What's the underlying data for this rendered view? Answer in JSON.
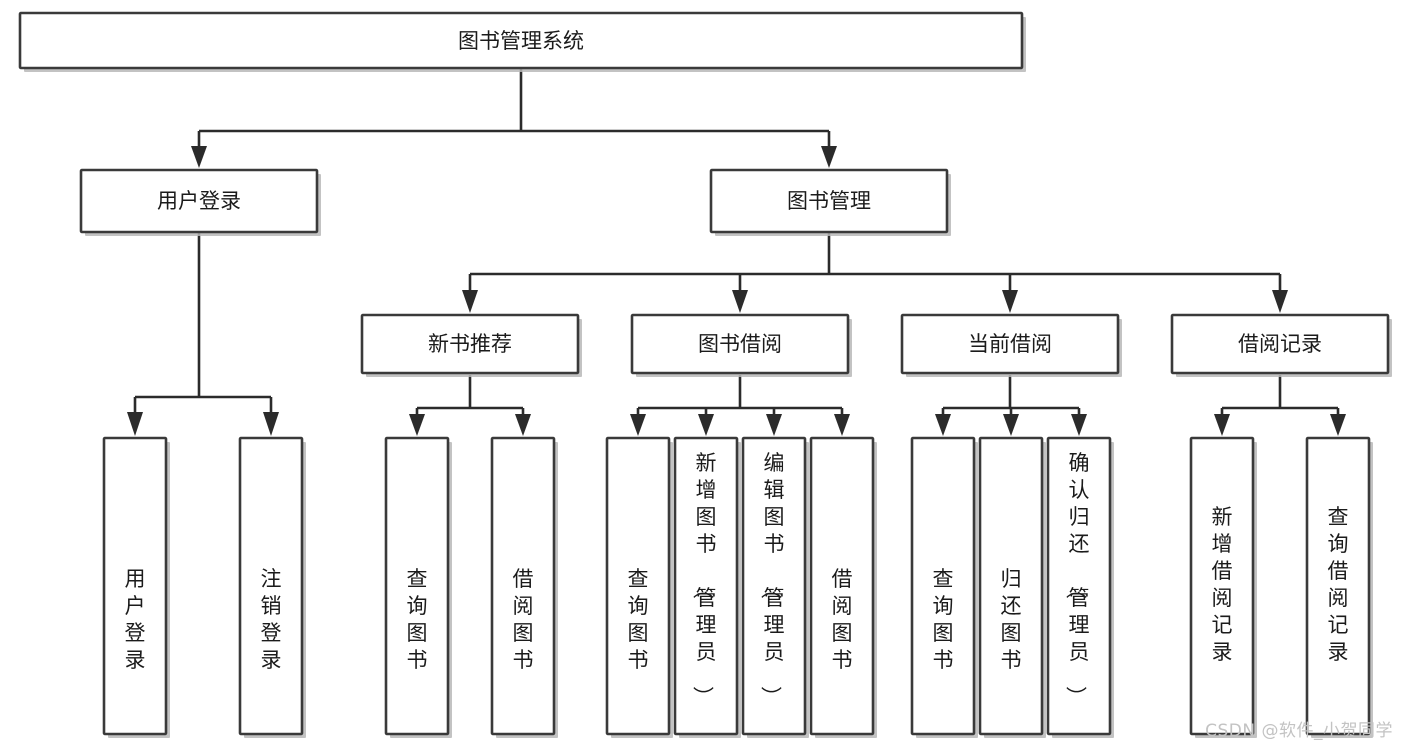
{
  "diagram": {
    "title": "图书管理系统",
    "type": "tree",
    "orientation": "top-down",
    "colors": {
      "box_stroke": "#3a3a3a",
      "box_fill": "#ffffff",
      "connector": "#2b2b2b",
      "text": "#1b1b1b",
      "shadow": "#b9b9b9",
      "watermark": "#c3c3c3",
      "background": "#ffffff"
    },
    "root": {
      "id": "root",
      "label": "图书管理系统",
      "orientation": "horizontal"
    },
    "level2": [
      {
        "id": "user-login",
        "label": "用户登录",
        "orientation": "horizontal",
        "children": [
          {
            "id": "login",
            "label": "用户登录",
            "orientation": "vertical"
          },
          {
            "id": "logout",
            "label": "注销登录",
            "orientation": "vertical"
          }
        ]
      },
      {
        "id": "book-manage",
        "label": "图书管理",
        "orientation": "horizontal",
        "children": [
          {
            "id": "new-book-rec",
            "label": "新书推荐",
            "orientation": "horizontal",
            "children": [
              {
                "id": "query-book-1",
                "label": "查询图书",
                "orientation": "vertical"
              },
              {
                "id": "borrow-book-1",
                "label": "借阅图书",
                "orientation": "vertical"
              }
            ]
          },
          {
            "id": "book-borrow",
            "label": "图书借阅",
            "orientation": "horizontal",
            "children": [
              {
                "id": "query-book-2",
                "label": "查询图书",
                "orientation": "vertical"
              },
              {
                "id": "add-book",
                "label": "新增图书（管理员）",
                "orientation": "vertical"
              },
              {
                "id": "edit-book",
                "label": "编辑图书（管理员）",
                "orientation": "vertical"
              },
              {
                "id": "borrow-book-2",
                "label": "借阅图书",
                "orientation": "vertical"
              }
            ]
          },
          {
            "id": "current-borrow",
            "label": "当前借阅",
            "orientation": "horizontal",
            "children": [
              {
                "id": "query-book-3",
                "label": "查询图书",
                "orientation": "vertical"
              },
              {
                "id": "return-book",
                "label": "归还图书",
                "orientation": "vertical"
              },
              {
                "id": "confirm-return",
                "label": "确认归还（管理员）",
                "orientation": "vertical"
              }
            ]
          },
          {
            "id": "borrow-record",
            "label": "借阅记录",
            "orientation": "horizontal",
            "children": [
              {
                "id": "add-record",
                "label": "新增借阅记录",
                "orientation": "vertical"
              },
              {
                "id": "query-record",
                "label": "查询借阅记录",
                "orientation": "vertical"
              }
            ]
          }
        ]
      }
    ]
  },
  "watermark": {
    "text": "CSDN @软件_小贺同学"
  }
}
